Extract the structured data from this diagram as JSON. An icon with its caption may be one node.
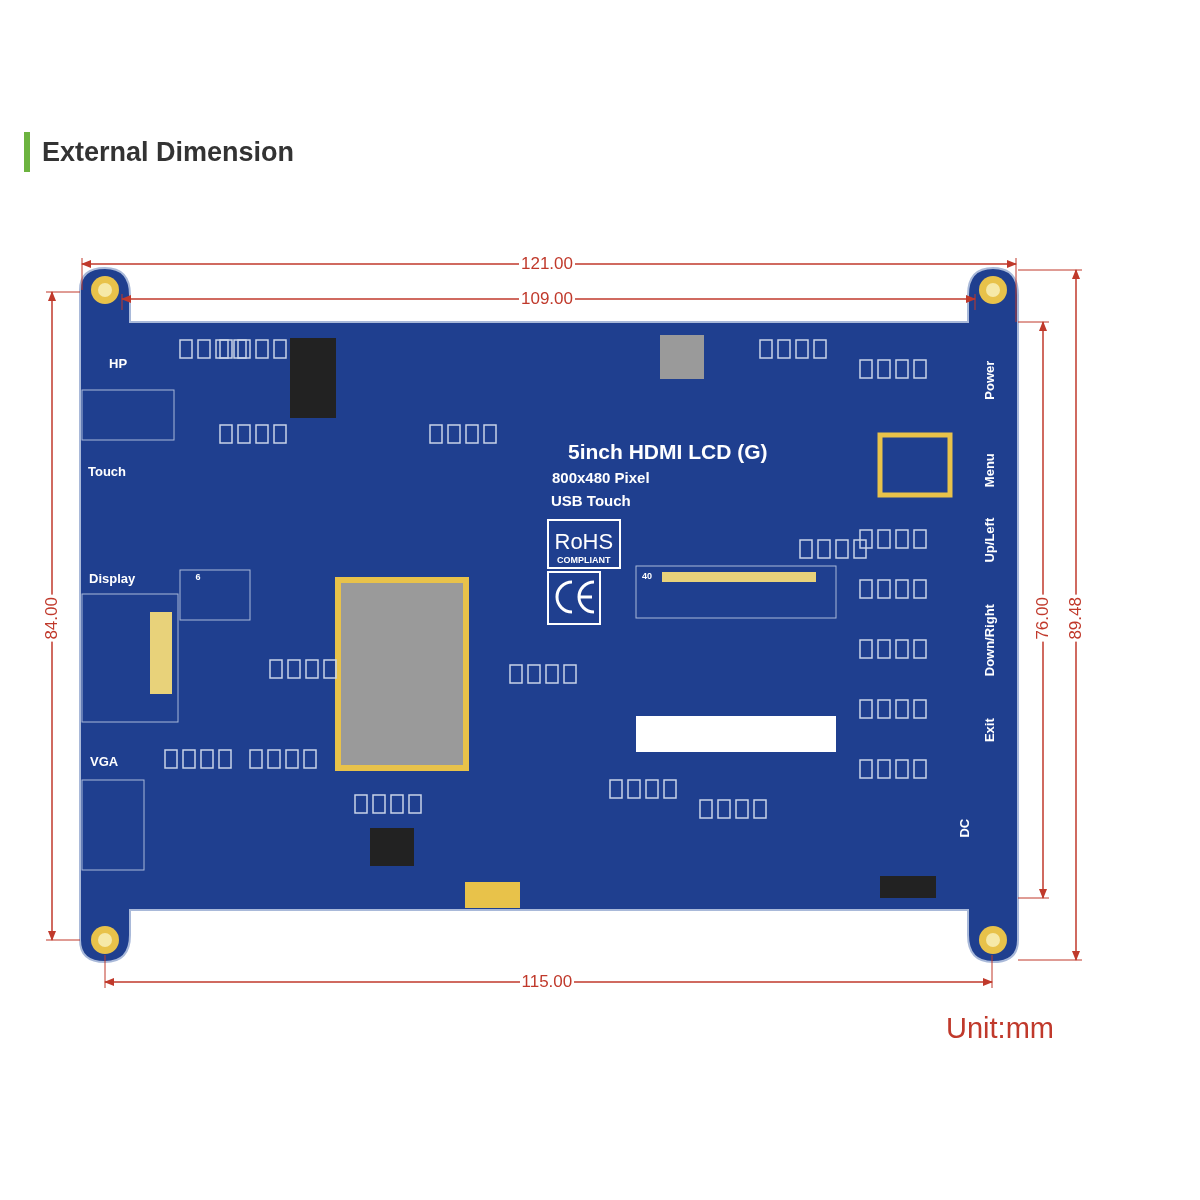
{
  "diagram": {
    "title": "External Dimension",
    "labels": [
      "121.00",
      "109.00",
      "HP",
      "5inch HDMI LCD (G)",
      "800x480 Pixel",
      "USB Touch",
      "Power",
      "Touch",
      "RoHS",
      "COMPLIANT",
      "Menu",
      "Display",
      "6",
      "40",
      "Up/Left",
      "84.00",
      "76.00",
      "89.48",
      "Down/Right",
      "VGA",
      "Exit",
      "DC",
      "115.00",
      "Unit:mm"
    ]
  }
}
